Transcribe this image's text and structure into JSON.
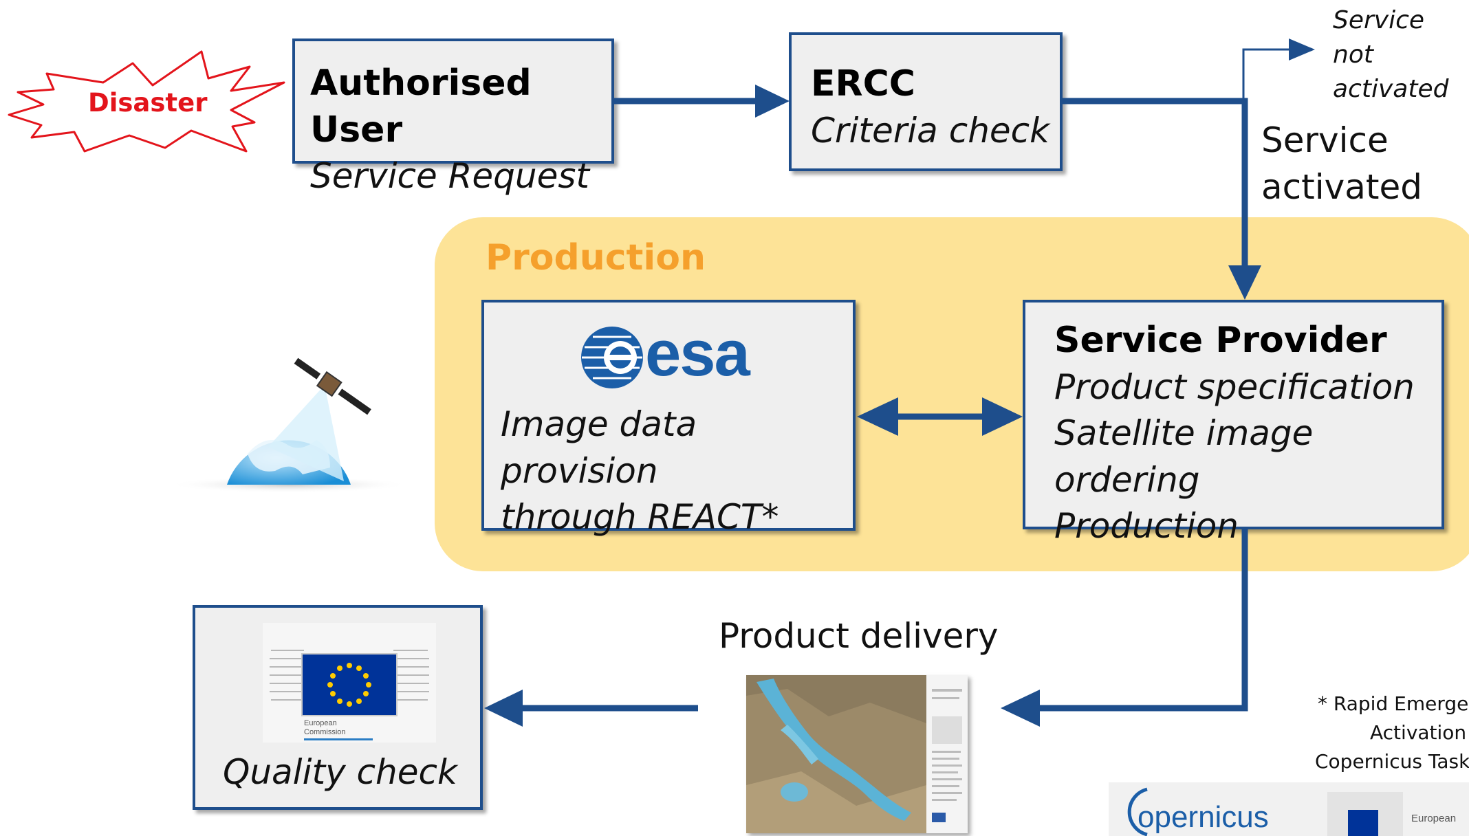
{
  "disaster": {
    "label": "Disaster"
  },
  "nodes": {
    "authorised_user": {
      "title": "Authorised User",
      "subtitle": "Service Request"
    },
    "ercc": {
      "title": "ERCC",
      "subtitle": "Criteria check"
    },
    "production": {
      "title": "Production"
    },
    "esa": {
      "logo_text": "esa",
      "lines": [
        "Image data provision",
        "through REACT*"
      ]
    },
    "service_provider": {
      "title": "Service Provider",
      "lines": [
        "Product specification",
        "Satellite image ordering",
        "Production"
      ]
    },
    "quality_check": {
      "subtitle": "Quality check",
      "logo_lines": [
        "European",
        "Commission"
      ]
    }
  },
  "edges": {
    "not_activated": "Service not activated",
    "not_activated_lines": [
      "Service not",
      "activated"
    ],
    "activated_lines": [
      "Service",
      "activated"
    ],
    "product_delivery": "Product delivery"
  },
  "footnote": {
    "lines": [
      "* Rapid Emerge",
      "Activation",
      "Copernicus Task"
    ],
    "copernicus_logo_text": "opernicus",
    "ec_logo_text": "European"
  },
  "colors": {
    "arrow": "#1e4e8c",
    "box_border": "#1e4e8c",
    "production_bg": "#fde397",
    "production_title": "#f5a02c",
    "disaster_red": "#e3141b",
    "esa_blue": "#1b5ea8"
  }
}
